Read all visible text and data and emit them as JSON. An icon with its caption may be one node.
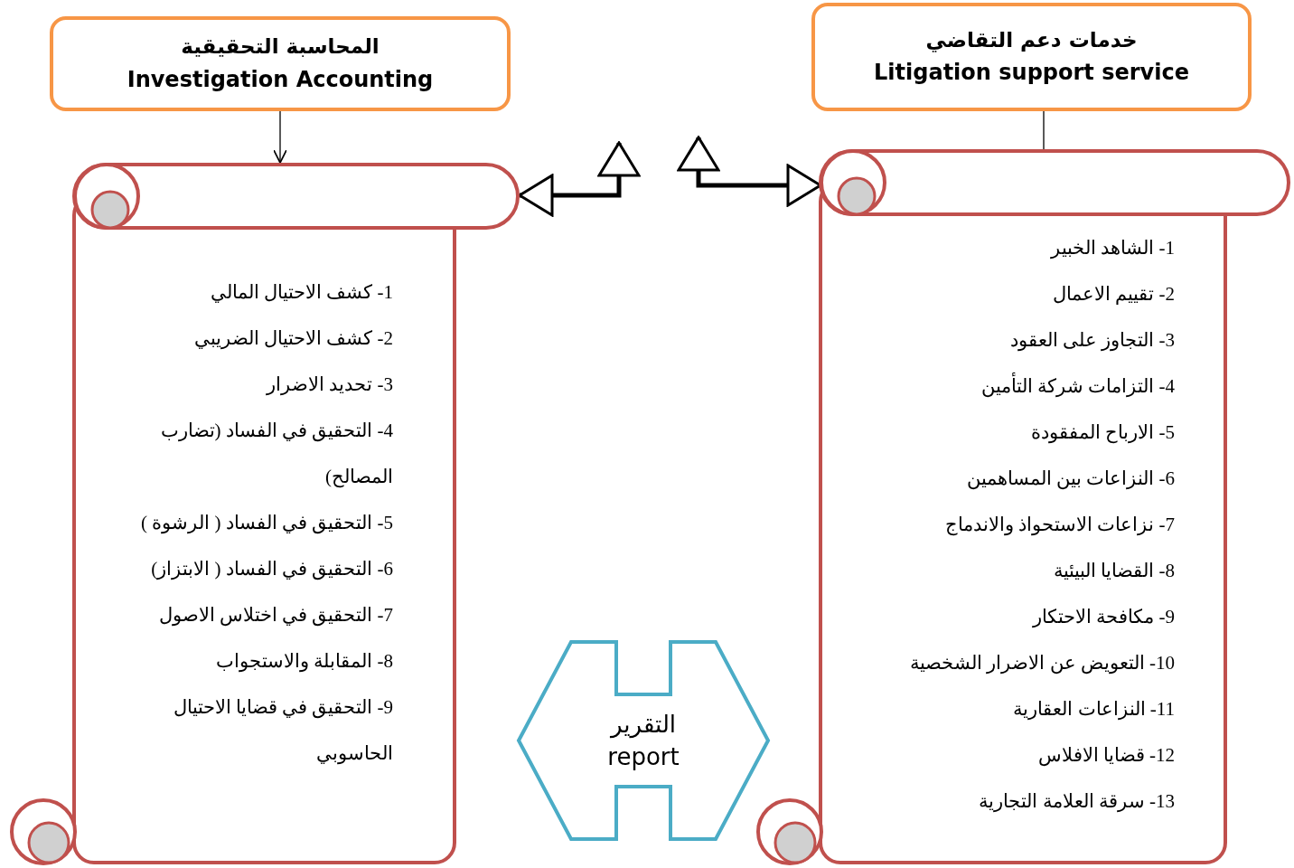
{
  "diagram": {
    "nodes": [
      {
        "text": [
          "المحاسبة التحقيقية",
          "Investigation Accounting"
        ]
      },
      {
        "text": [
          "خدمات دعم التقاضي",
          "Litigation support service"
        ]
      },
      {
        "text": [
          "1- كشف الاحتيال المالي",
          "2- كشف الاحتيال الضريبي",
          "3- تحديد الاضرار",
          "4- التحقيق في الفساد (تضارب المصالح)",
          "5- التحقيق في الفساد ( الرشوة )",
          "6- التحقيق في الفساد ( الابتزاز)",
          "7- التحقيق في اختلاس الاصول",
          "8- المقابلة والاستجواب",
          "9- التحقيق في قضايا الاحتيال الحاسوبي"
        ]
      },
      {
        "text": [
          "1- الشاهد الخبير",
          "2- تقييم الاعمال",
          "3- التجاوز على العقود",
          "4- التزامات شركة التأمين",
          "5- الارباح المفقودة",
          "6- النزاعات بين المساهمين",
          "7- نزاعات الاستحواذ والاندماج",
          "8- القضايا البيئية",
          "9- مكافحة الاحتكار",
          "10- التعويض عن الاضرار الشخصية",
          "11- النزاعات العقارية",
          "12- قضايا الافلاس",
          "13- سرقة العلامة التجارية"
        ]
      },
      {
        "text": [
          "التقرير",
          "report"
        ]
      }
    ],
    "edges": [
      {
        "from": 0,
        "to": 2,
        "arrow": "to"
      },
      {
        "from": 1,
        "to": 3,
        "arrow": "none"
      },
      {
        "from": null,
        "to": 2,
        "arrow": "both",
        "style": "thick"
      },
      {
        "from": null,
        "to": 3,
        "arrow": "both",
        "style": "thick"
      }
    ]
  }
}
